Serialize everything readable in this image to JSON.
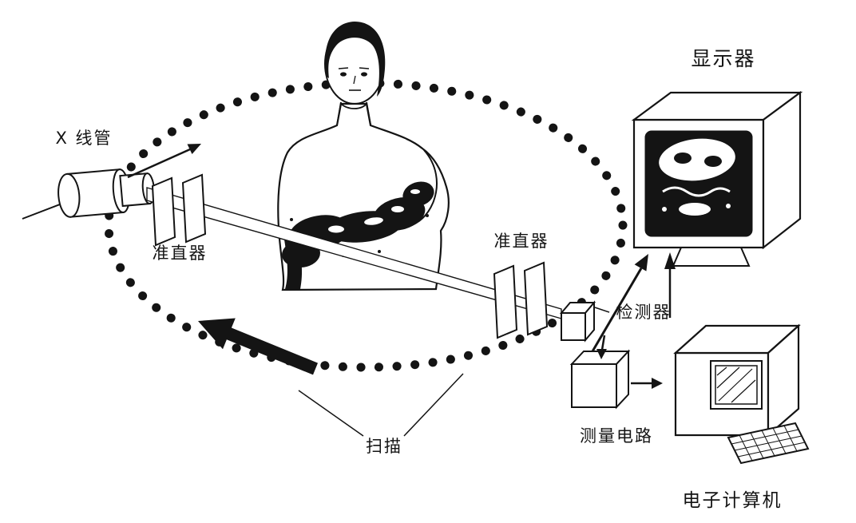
{
  "diagram": {
    "labels": {
      "xray_tube": "X 线管",
      "collimator_left": "准直器",
      "collimator_right": "准直器",
      "monitor": "显示器",
      "detector": "检测器",
      "measurement_circuit": "测量电路",
      "scan": "扫描",
      "computer": "电子计算机"
    },
    "colors": {
      "ink": "#141414",
      "background": "#ffffff"
    }
  }
}
